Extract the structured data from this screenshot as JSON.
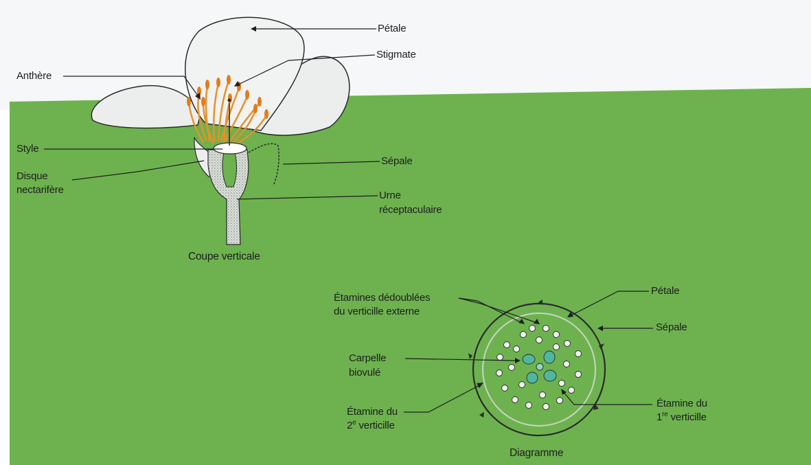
{
  "background": {
    "top_color": "#f6f7f8",
    "field_color": "#6db24f"
  },
  "vertical_section": {
    "caption": "Coupe verticale",
    "labels": {
      "petale": "Pétale",
      "stigmate": "Stigmate",
      "anthere": "Anthère",
      "style": "Style",
      "disque_line1": "Disque",
      "disque_line2": "nectarifère",
      "sepale": "Sépale",
      "urne_line1": "Urne",
      "urne_line2": "réceptaculaire"
    }
  },
  "floral_diagram": {
    "caption": "Diagramme",
    "labels": {
      "etamines_line1": "Étamines dédoublées",
      "etamines_line2": "du verticille externe",
      "carpelle_line1": "Carpelle",
      "carpelle_line2": "biovulé",
      "etamine2_line1": "Étamine du",
      "etamine2_line2_prefix": "2",
      "etamine2_line2_sup": "e",
      "etamine2_line2_suffix": " verticille",
      "petale": "Pétale",
      "sepale": "Sépale",
      "etamine1_line1": "Étamine du",
      "etamine1_line2_prefix": "1",
      "etamine1_line2_sup": "re",
      "etamine1_line2_suffix": " verticille"
    }
  },
  "colors": {
    "stamen": "#e8902a",
    "carpel": "#4fb7a0",
    "petal": "#ecefee",
    "line": "#1e1e1e"
  }
}
